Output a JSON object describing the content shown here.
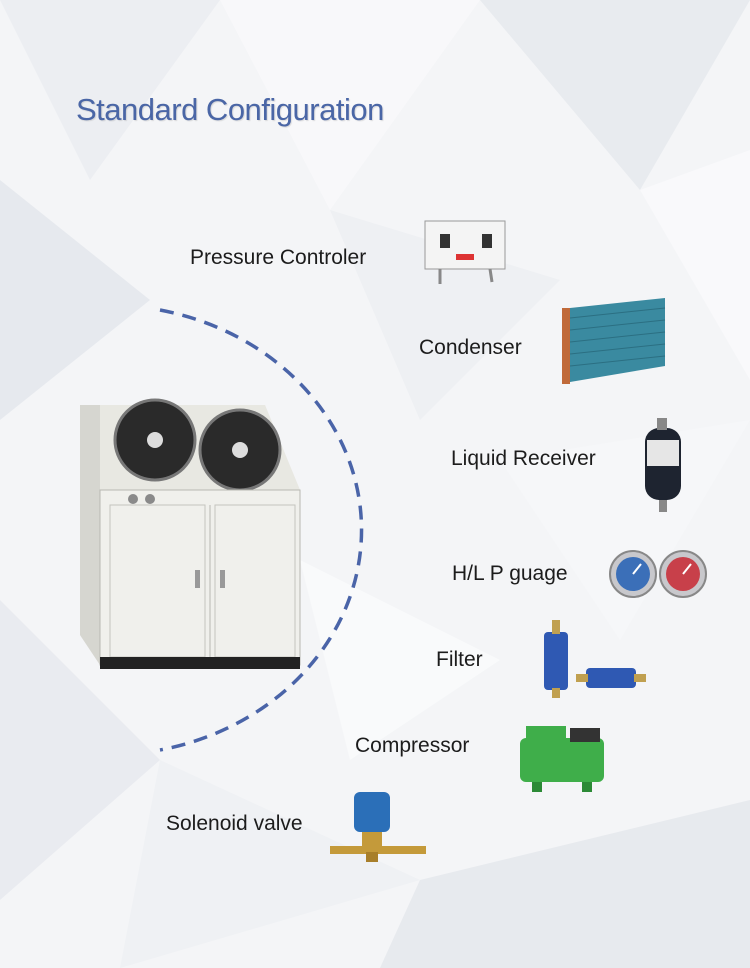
{
  "title": "Standard Configuration",
  "components": [
    {
      "label": "Pressure Controler",
      "icon": "pressure-controller-image"
    },
    {
      "label": "Condenser",
      "icon": "condenser-coil-image"
    },
    {
      "label": "Liquid Receiver",
      "icon": "liquid-receiver-image"
    },
    {
      "label": "H/L P guage",
      "icon": "pressure-gauges-image"
    },
    {
      "label": "Filter",
      "icon": "filter-drier-image"
    },
    {
      "label": "Compressor",
      "icon": "compressor-image"
    },
    {
      "label": "Solenoid valve",
      "icon": "solenoid-valve-image"
    }
  ],
  "colors": {
    "title": "#4a66a6",
    "arc": "#4a64a8",
    "background": "#f3f4f6"
  }
}
